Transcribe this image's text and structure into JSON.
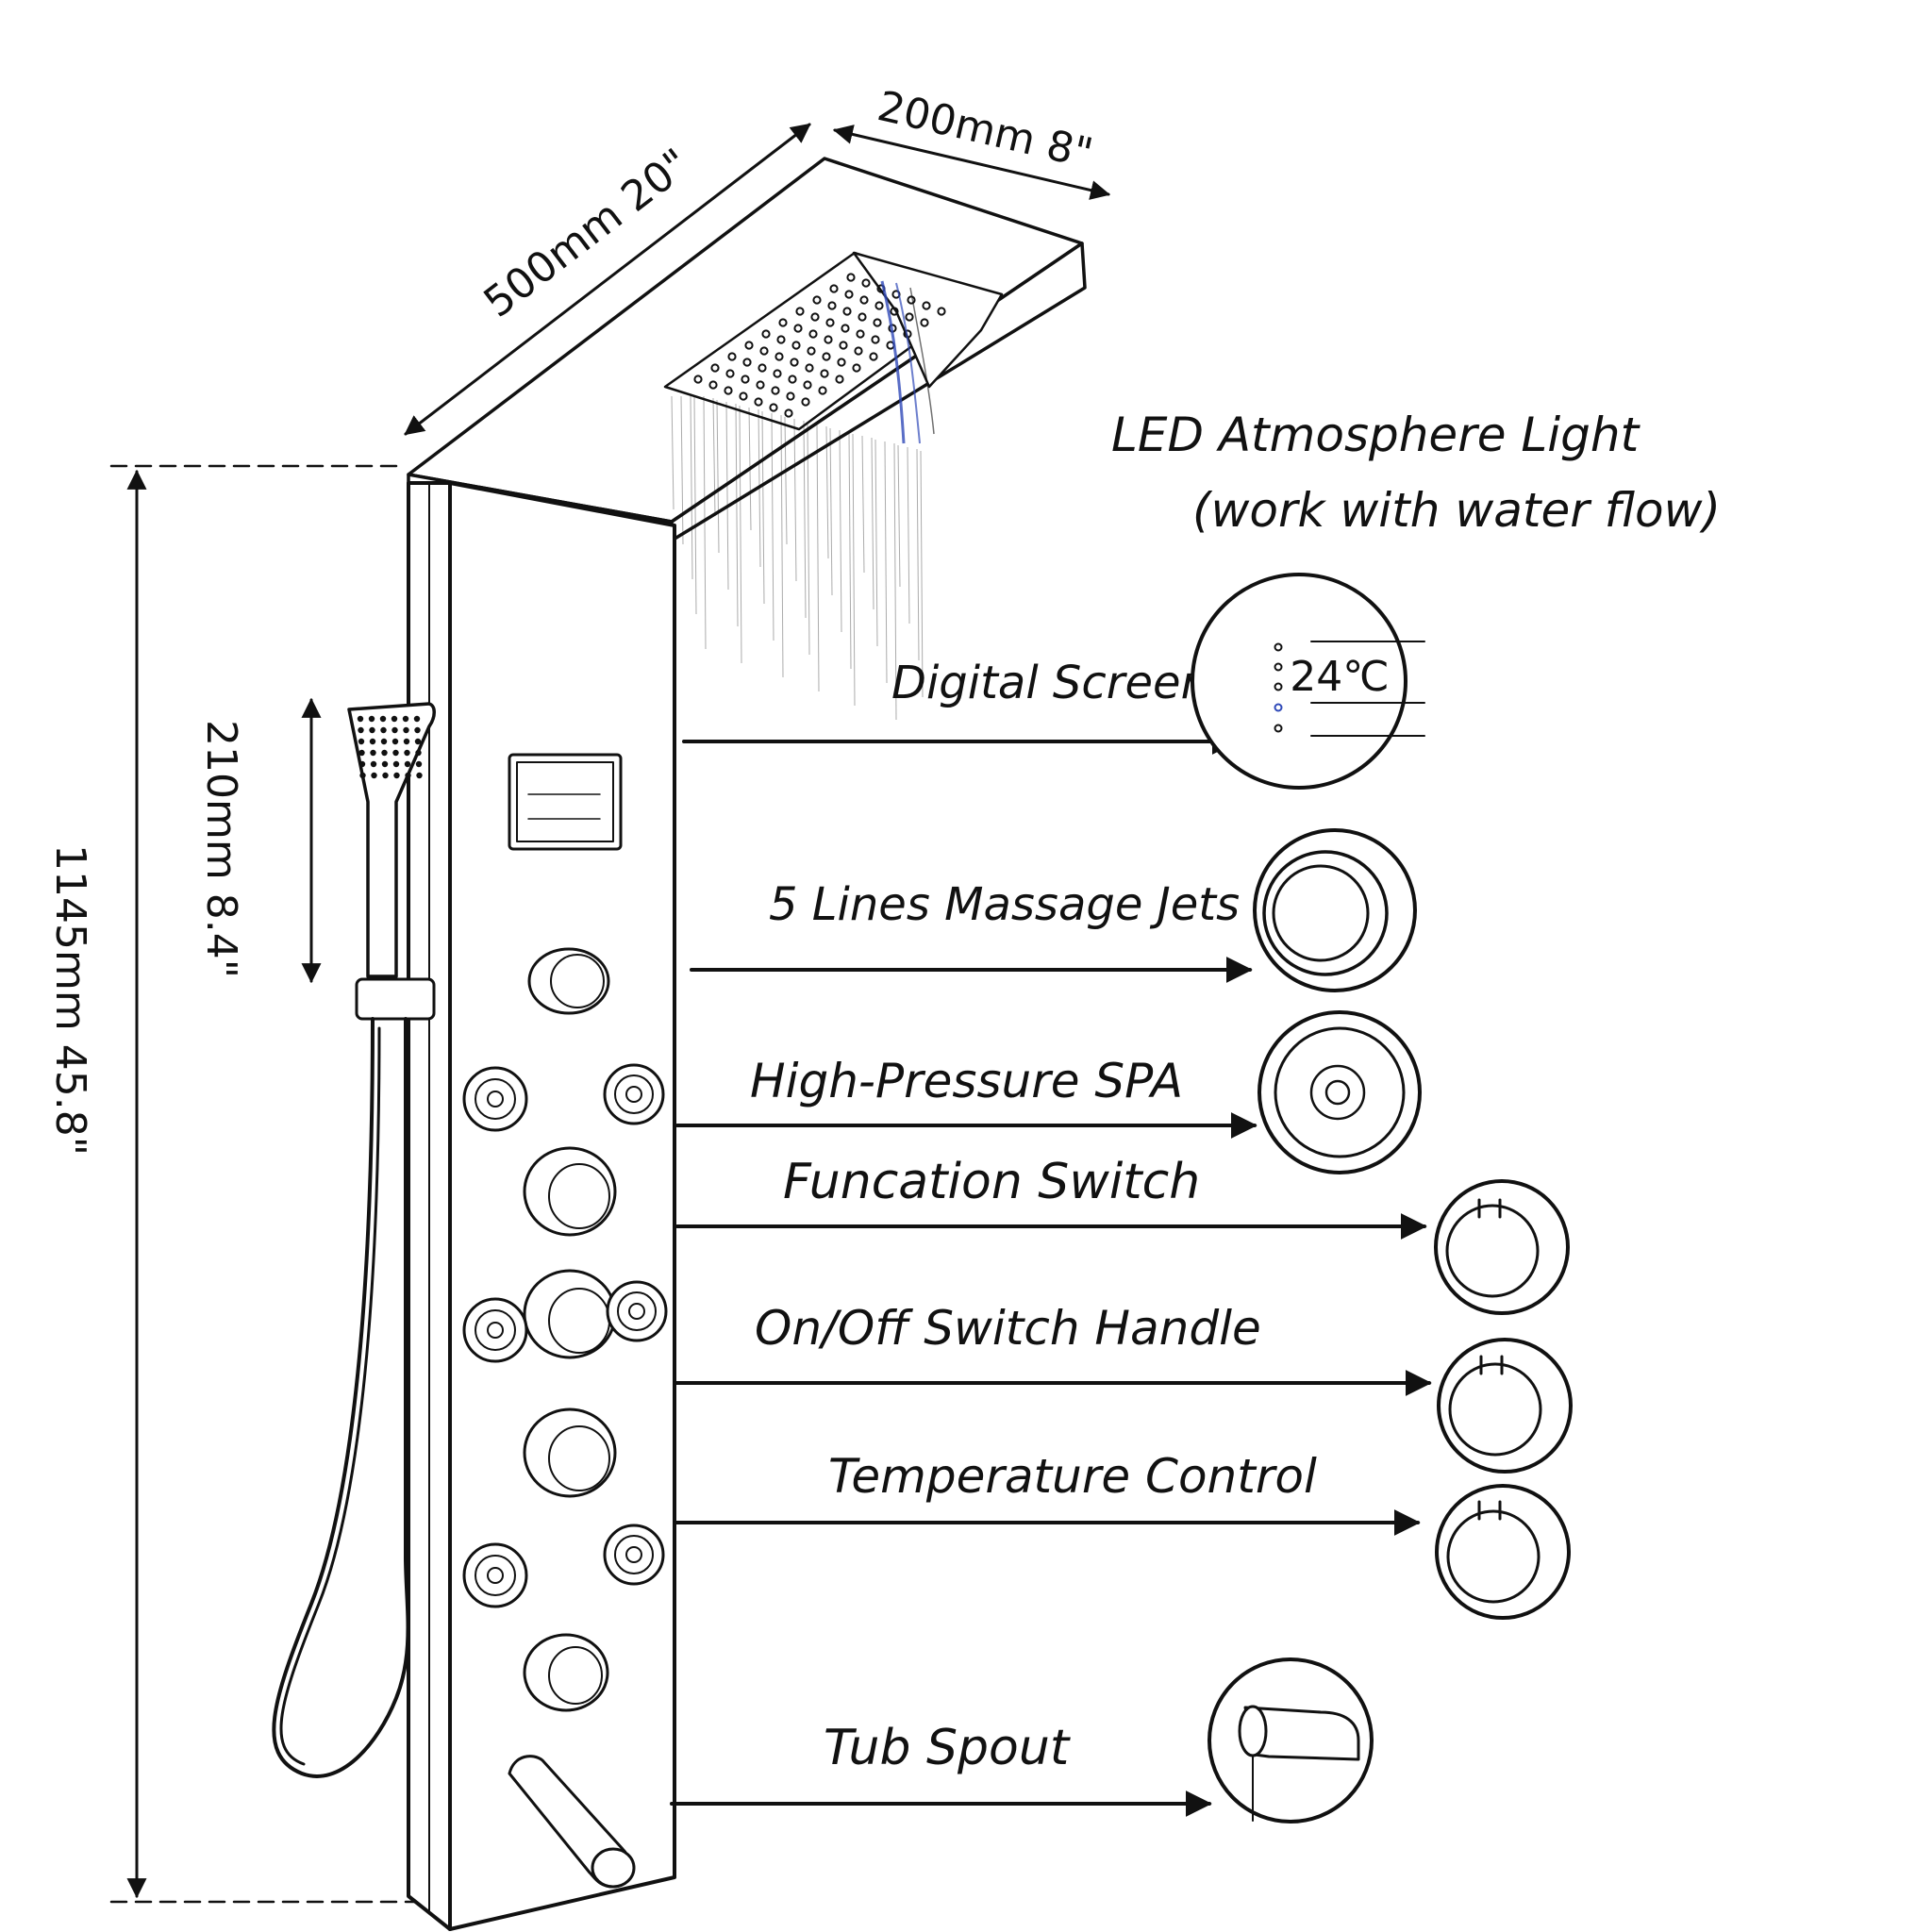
{
  "dimensions": {
    "width": "500mm 20\"",
    "depth": "200mm 8\"",
    "height": "1145mm 45.8\"",
    "hand_shower": "210mm 8.4\""
  },
  "callouts": {
    "led_light": "LED Atmosphere Light",
    "led_light_note": "(work with water flow)",
    "digital_screen": "Digital Screen",
    "massage_jets": "5 Lines Massage Jets",
    "spa": "High-Pressure SPA",
    "function_switch": "Funcation Switch",
    "onoff_handle": "On/Off Switch Handle",
    "temperature": "Temperature Control",
    "tub_spout": "Tub Spout"
  },
  "screen": {
    "temperature_reading": "24℃"
  },
  "colors": {
    "ink": "#111111",
    "led": "#2f49b8"
  }
}
